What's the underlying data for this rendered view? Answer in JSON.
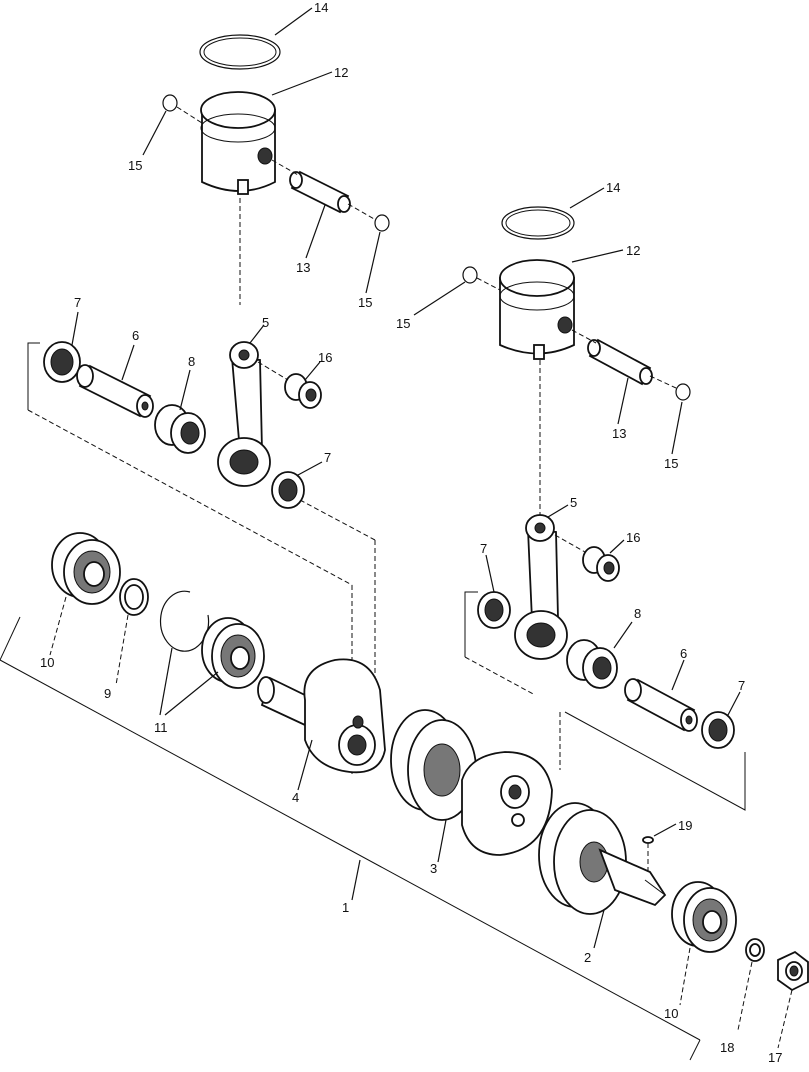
{
  "callouts": [
    {
      "id": "c14a",
      "text": "14"
    },
    {
      "id": "c12a",
      "text": "12"
    },
    {
      "id": "c15a",
      "text": "15"
    },
    {
      "id": "c13a",
      "text": "13"
    },
    {
      "id": "c15b",
      "text": "15"
    },
    {
      "id": "c14b",
      "text": "14"
    },
    {
      "id": "c12b",
      "text": "12"
    },
    {
      "id": "c15c",
      "text": "15"
    },
    {
      "id": "c13b",
      "text": "13"
    },
    {
      "id": "c15d",
      "text": "15"
    },
    {
      "id": "c7a",
      "text": "7"
    },
    {
      "id": "c6a",
      "text": "6"
    },
    {
      "id": "c5a",
      "text": "5"
    },
    {
      "id": "c16a",
      "text": "16"
    },
    {
      "id": "c8a",
      "text": "8"
    },
    {
      "id": "c7b",
      "text": "7"
    },
    {
      "id": "c5b",
      "text": "5"
    },
    {
      "id": "c16b",
      "text": "16"
    },
    {
      "id": "c7c",
      "text": "7"
    },
    {
      "id": "c8b",
      "text": "8"
    },
    {
      "id": "c6b",
      "text": "6"
    },
    {
      "id": "c7d",
      "text": "7"
    },
    {
      "id": "c10a",
      "text": "10"
    },
    {
      "id": "c9",
      "text": "9"
    },
    {
      "id": "c11",
      "text": "11"
    },
    {
      "id": "c4",
      "text": "4"
    },
    {
      "id": "c3",
      "text": "3"
    },
    {
      "id": "c1",
      "text": "1"
    },
    {
      "id": "c19",
      "text": "19"
    },
    {
      "id": "c2",
      "text": "2"
    },
    {
      "id": "c10b",
      "text": "10"
    },
    {
      "id": "c18",
      "text": "18"
    },
    {
      "id": "c17",
      "text": "17"
    }
  ]
}
